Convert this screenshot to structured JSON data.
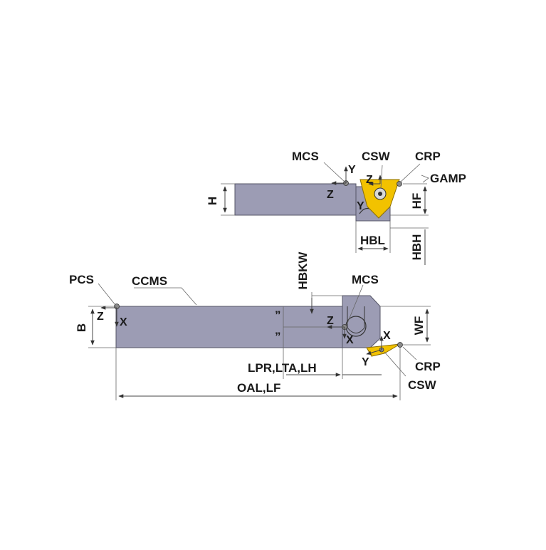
{
  "colors": {
    "body": "#9c9cb4",
    "body_edge": "#555566",
    "insert": "#f2c200",
    "insert_edge": "#8a6d00",
    "ref_point": "#8a8a8a",
    "line": "#333333"
  },
  "top_view": {
    "labels": {
      "mcs": "MCS",
      "csw": "CSW",
      "crp": "CRP",
      "gamp": "GAMP",
      "h": "H",
      "hf": "HF",
      "hbl": "HBL",
      "hbh": "HBH"
    },
    "axes": {
      "y_up": "Y",
      "z_left": "Z",
      "z_insert": "Z",
      "y_insert": "Y"
    }
  },
  "side_view": {
    "labels": {
      "pcs": "PCS",
      "ccms": "CCMS",
      "hbkw": "HBKW",
      "mcs": "MCS",
      "b": "B",
      "wf": "WF",
      "lpr": "LPR,LTA,LH",
      "oal": "OAL,LF",
      "crp": "CRP",
      "csw": "CSW",
      "quote_mark": "”"
    },
    "axes": {
      "pcs_z": "Z",
      "pcs_x": "X",
      "mcs_z": "Z",
      "mcs_x": "X",
      "csw_x": "X",
      "csw_y": "Y"
    }
  }
}
